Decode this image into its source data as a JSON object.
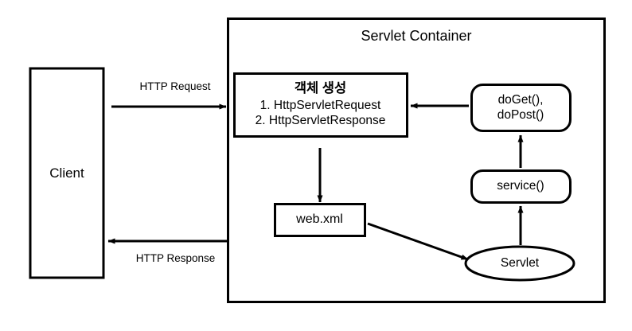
{
  "diagram": {
    "title": "Servlet Container",
    "background_color": "#ffffff",
    "stroke_color": "#000000",
    "text_color": "#000000",
    "nodes": {
      "client": {
        "label": "Client",
        "shape": "rectangle"
      },
      "object_creation": {
        "title": "객체 생성",
        "line1": "1. HttpServletRequest",
        "line2": "2. HttpServletResponse",
        "shape": "rectangle"
      },
      "web_xml": {
        "label": "web.xml",
        "shape": "rectangle"
      },
      "do_get_do_post": {
        "line1": "doGet(),",
        "line2": "doPost()",
        "shape": "rounded-rectangle"
      },
      "service": {
        "label": "service()",
        "shape": "rounded-rectangle"
      },
      "servlet": {
        "label": "Servlet",
        "shape": "ellipse"
      }
    },
    "edges": {
      "http_request": {
        "label": "HTTP Request",
        "from": "client",
        "to": "object_creation",
        "direction": "right"
      },
      "http_response": {
        "label": "HTTP Response",
        "from": "object_creation",
        "to": "client",
        "direction": "left"
      },
      "creation_to_webxml": {
        "label": "",
        "from": "object_creation",
        "to": "web_xml",
        "direction": "down"
      },
      "doget_to_creation": {
        "label": "",
        "from": "do_get_do_post",
        "to": "object_creation",
        "direction": "left"
      },
      "webxml_to_servlet": {
        "label": "",
        "from": "web_xml",
        "to": "servlet",
        "direction": "down-right"
      },
      "servlet_to_service": {
        "label": "",
        "from": "servlet",
        "to": "service",
        "direction": "up"
      },
      "service_to_doget": {
        "label": "",
        "from": "service",
        "to": "do_get_do_post",
        "direction": "up"
      }
    }
  }
}
